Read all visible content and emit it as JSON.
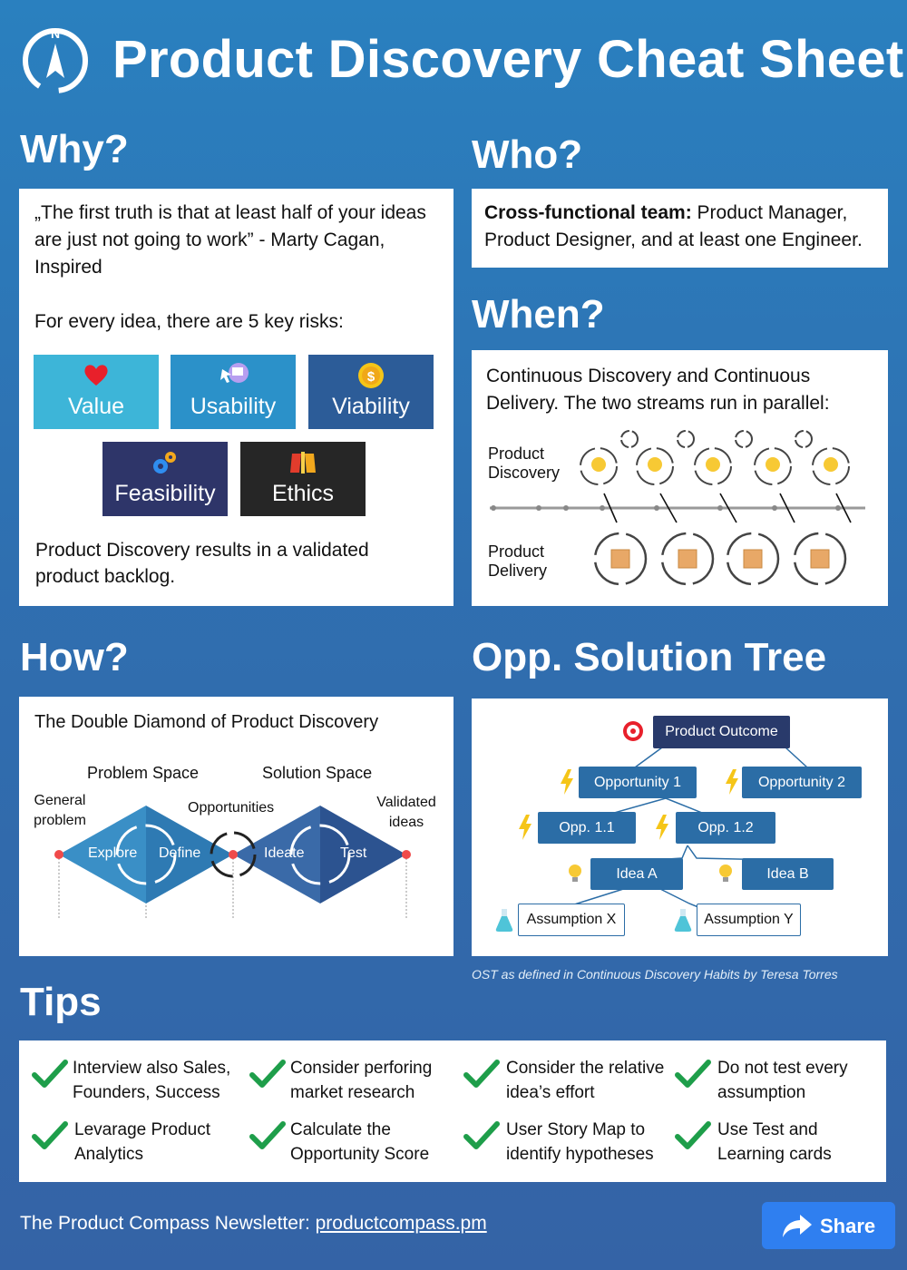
{
  "header": {
    "title": "Product Discovery Cheat Sheet",
    "logo_letter": "N",
    "logo_icon": "compass-icon"
  },
  "why": {
    "heading": "Why?",
    "quote": "„The first truth is that at least half of your ideas are just not going to work” - Marty Cagan, Inspired",
    "risks_intro": "For every idea, there are 5 key risks:",
    "risks": [
      {
        "label": "Value",
        "icon": "heart-icon",
        "color": "#3db5d8"
      },
      {
        "label": "Usability",
        "icon": "user-click-icon",
        "color": "#2b91c9"
      },
      {
        "label": "Viability",
        "icon": "coin-icon",
        "color": "#2c5c98"
      },
      {
        "label": "Feasibility",
        "icon": "gears-icon",
        "color": "#2e3569"
      },
      {
        "label": "Ethics",
        "icon": "scales-icon",
        "color": "#262626"
      }
    ],
    "result": "Product Discovery results in a validated product backlog."
  },
  "who": {
    "heading": "Who?",
    "bold": "Cross-functional team:",
    "text": " Product Manager, Product Designer, and at least one Engineer."
  },
  "when": {
    "heading": "When?",
    "text": "Continuous Discovery and Continuous Delivery. The two streams run in parallel:",
    "discovery_label": "Product Discovery",
    "delivery_label": "Product Delivery"
  },
  "how": {
    "heading": "How?",
    "subtitle": "The Double Diamond of Product Discovery",
    "problem_space": "Problem Space",
    "solution_space": "Solution Space",
    "general_problem": "General problem",
    "opportunities": "Opportunities",
    "validated_ideas": "Validated ideas",
    "explore": "Explore",
    "define": "Define",
    "ideate": "Ideate",
    "test": "Test"
  },
  "ost": {
    "heading": "Opp. Solution Tree",
    "outcome": "Product Outcome",
    "opp1": "Opportunity 1",
    "opp2": "Opportunity 2",
    "opp11": "Opp. 1.1",
    "opp12": "Opp. 1.2",
    "ideaA": "Idea A",
    "ideaB": "Idea B",
    "assumptionX": "Assumption X",
    "assumptionY": "Assumption Y",
    "caption": "OST as defined in Continuous Discovery Habits by Teresa Torres"
  },
  "tips": {
    "heading": "Tips",
    "items": [
      "Interview also Sales, Founders, Success",
      "Consider perforing market research",
      "Consider the relative idea’s effort",
      "Do not test every assumption",
      "Levarage Product Analytics",
      "Calculate the Opportunity Score",
      "User Story Map to identify hypotheses",
      "Use Test and Learning cards"
    ]
  },
  "footer": {
    "prefix": "The Product Compass Newsletter: ",
    "link": "productcompass.pm",
    "share": "Share"
  },
  "colors": {
    "accent": "#2f7ff0",
    "check": "#1e9e4a",
    "dot": "#f04a4a"
  }
}
